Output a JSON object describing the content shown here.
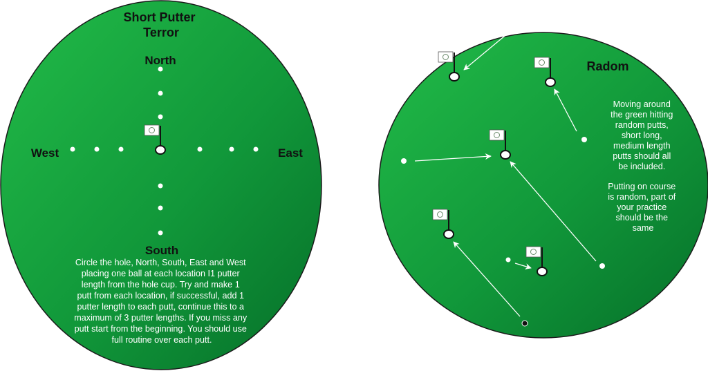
{
  "left_drill": {
    "title_lines": [
      "Short Putter",
      "Terror"
    ],
    "directions": {
      "north": "North",
      "south": "South",
      "east": "East",
      "west": "West"
    },
    "instruction_lines": [
      "Circle the hole, North, South, East and West",
      "placing one ball at each location I1 putter",
      "length from the hole cup.  Try and make 1",
      "putt from each location, if successful, add 1",
      "putter length to each putt, continue this to a",
      "maximum of 3 putter lengths.  If you miss any",
      "putt start from the beginning.  You should use",
      "full routine over each putt."
    ]
  },
  "right_drill": {
    "title": "Radom",
    "note_lines_1": [
      "Moving around",
      "the green hitting",
      "random putts,",
      "short long,",
      "medium length",
      "putts should  all",
      "be included."
    ],
    "note_lines_2": [
      "Putting on course",
      "is random, part of",
      "your practice",
      "should be the",
      "same"
    ]
  },
  "colors": {
    "green_light": "#1fb545",
    "green_dark": "#08772c",
    "outline": "#111111",
    "ball": "#ffffff",
    "arrow": "#ffffff"
  }
}
